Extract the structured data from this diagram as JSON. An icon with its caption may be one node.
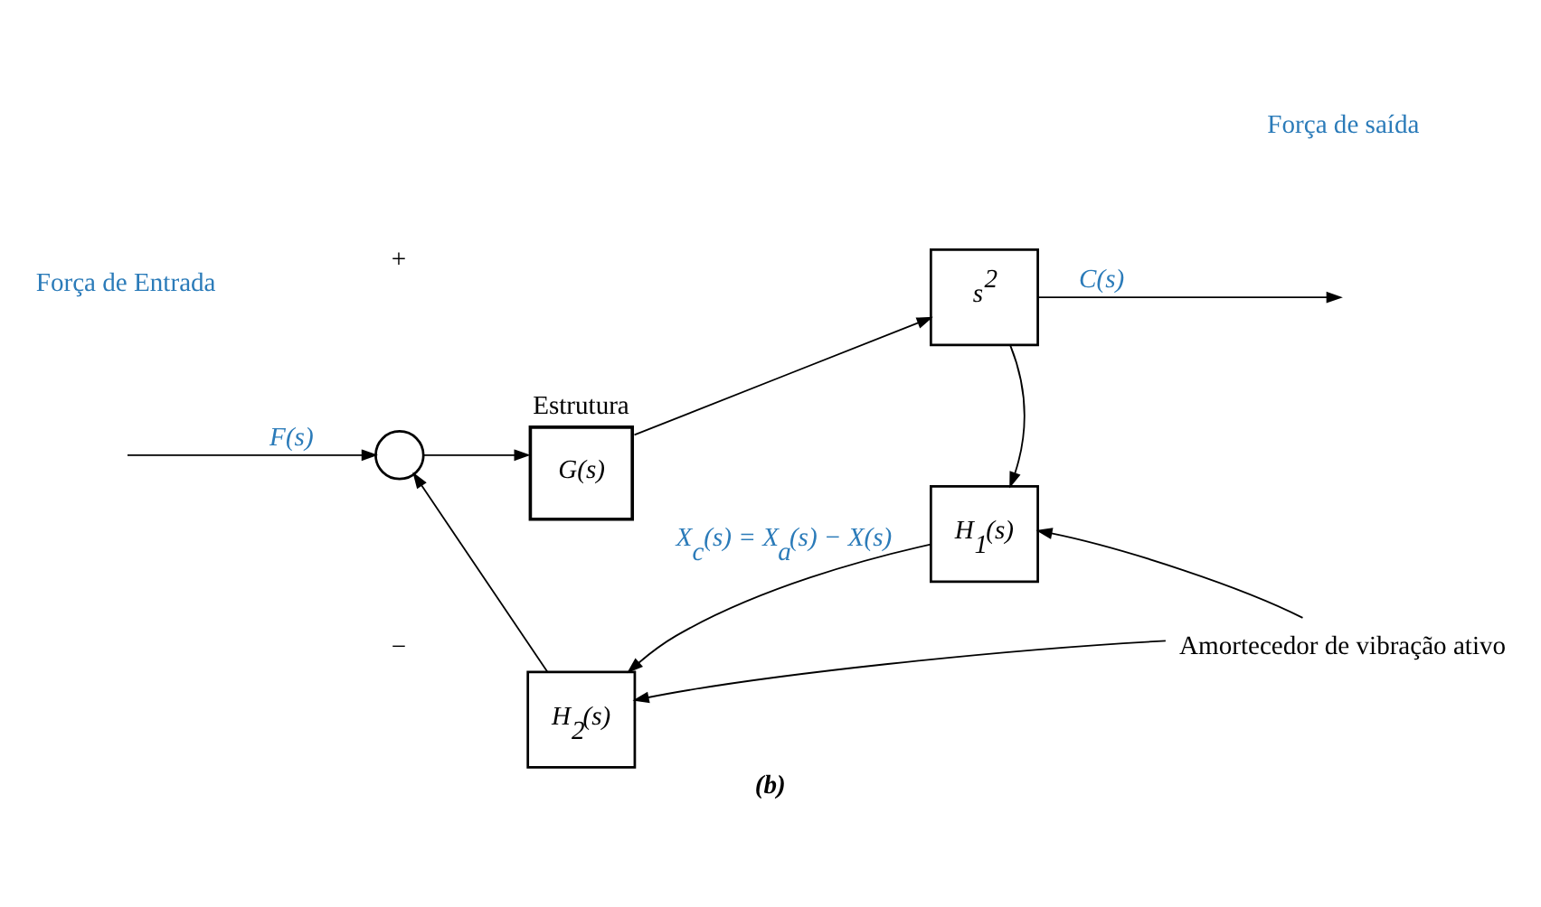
{
  "diagram": {
    "caption": "(b)",
    "nodes": [
      {
        "text": [],
        "shape": "circle"
      },
      {
        "text": [
          "G(s)"
        ],
        "beside": [
          "Estrutura"
        ]
      },
      {
        "text": [
          "s$^{2}$"
        ]
      },
      {
        "text": [
          "H$_{1}$(s)"
        ]
      },
      {
        "text": [
          "H$_{2}$(s)"
        ]
      },
      {
        "text": [
          "Amortecedor de vibração ativo"
        ]
      }
    ],
    "edges": [
      {
        "from": null,
        "to": 0,
        "arrow": "to",
        "label": "F(s)"
      },
      {
        "from": 0,
        "to": 1,
        "arrow": "to"
      },
      {
        "from": 1,
        "to": 2,
        "arrow": "to"
      },
      {
        "from": 2,
        "to": null,
        "arrow": "to",
        "label": "C(s)"
      },
      {
        "from": 2,
        "to": 3,
        "arrow": "to"
      },
      {
        "from": 3,
        "to": 4,
        "arrow": "to",
        "label": "X$_{c}$(s) = X$_{a}$(s) − X(s)"
      },
      {
        "from": 4,
        "to": 0,
        "arrow": "to"
      },
      {
        "from": 5,
        "to": 4,
        "arrow": "to"
      },
      {
        "from": 5,
        "to": 3,
        "arrow": "to"
      }
    ],
    "labels": [
      "Força de Entrada",
      "+",
      "−",
      "Força de saída"
    ]
  }
}
